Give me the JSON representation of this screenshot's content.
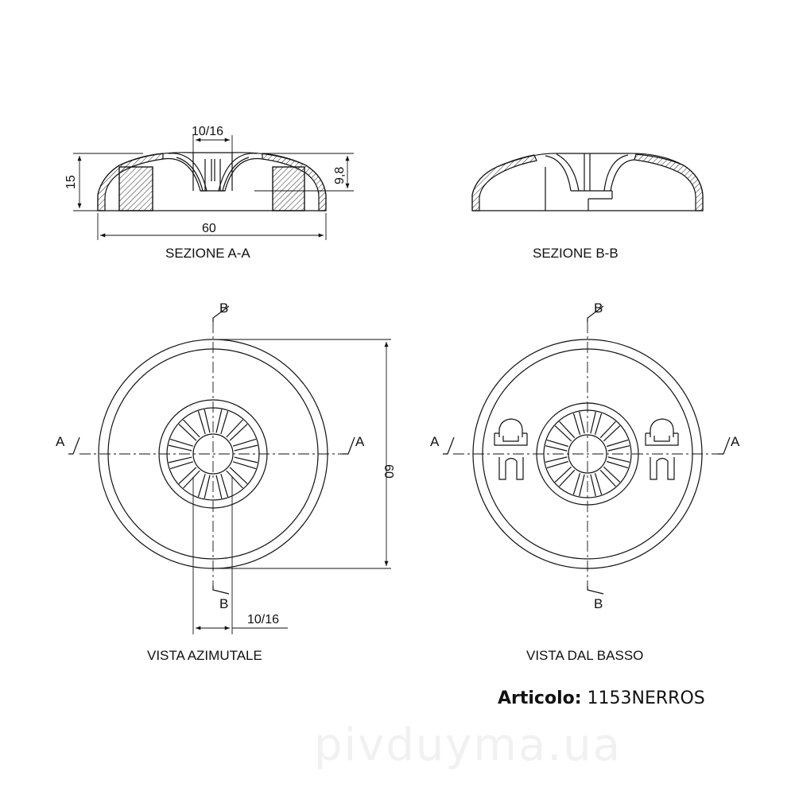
{
  "views": {
    "section_aa": {
      "title": "SEZIONE A-A"
    },
    "section_bb": {
      "title": "SEZIONE B-B"
    },
    "top_view": {
      "title": "VISTA AZIMUTALE"
    },
    "bottom_view": {
      "title": "VISTA DAL BASSO"
    }
  },
  "dimensions": {
    "height": "15",
    "depth": "9,8",
    "slot_width_top": "10/16",
    "width": "60",
    "diameter": "60",
    "slot_width_plan": "10/16"
  },
  "section_markers": {
    "a": "A",
    "b": "B"
  },
  "article": {
    "label": "Articolo:",
    "code": "1153NERROS"
  },
  "watermark": "pivduyma.ua",
  "colors": {
    "line": "#111111",
    "hatch": "#222222",
    "background": "#ffffff",
    "watermark": "#f1f1f1"
  }
}
